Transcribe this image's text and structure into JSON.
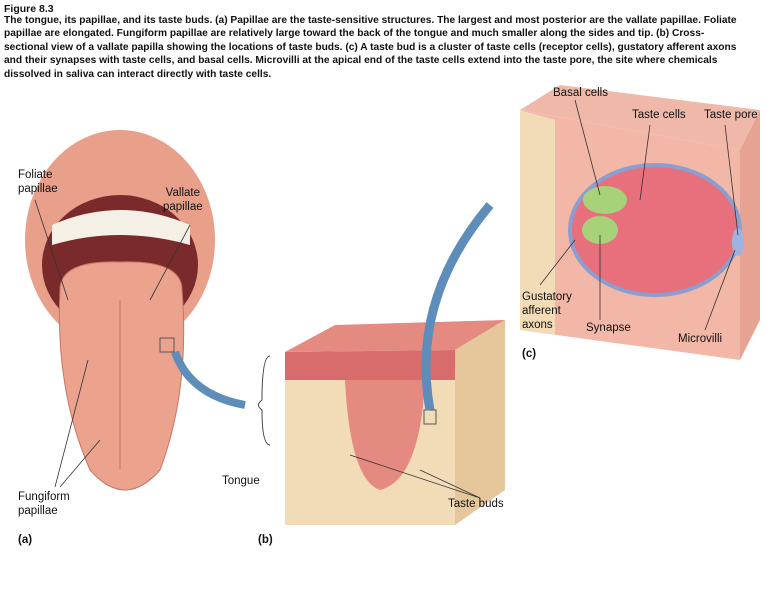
{
  "figure_title": "Figure 8.3",
  "caption": "The tongue, its papillae, and its taste buds. (a) Papillae are the taste-sensitive structures. The largest and most posterior are the vallate papillae. Foliate papillae are elongated. Fungiform papillae are relatively large toward the back of the tongue and much smaller along the sides and tip. (b) Cross-sectional view of a vallate papilla showing the locations of taste buds. (c) A taste bud is a cluster of taste cells (receptor cells), gustatory afferent axons and their synapses with taste cells, and basal cells. Microvilli at the apical end of the taste cells extend into the taste pore, the site where chemicals dissolved in saliva can interact directly with taste cells.",
  "panel_a": {
    "label": "(a)",
    "vallate_l1": "Vallate",
    "vallate_l2": "papillae",
    "foliate_l1": "Foliate",
    "foliate_l2": "papillae",
    "fungiform_l1": "Fungiform",
    "fungiform_l2": "papillae"
  },
  "panel_b": {
    "label": "(b)",
    "tongue": "Tongue",
    "taste_buds": "Taste buds"
  },
  "panel_c": {
    "label": "(c)",
    "basal_cells": "Basal cells",
    "taste_cells": "Taste cells",
    "taste_pore": "Taste pore",
    "gustatory_l1": "Gustatory",
    "gustatory_l2": "afferent",
    "gustatory_l3": "axons",
    "synapse": "Synapse",
    "microvilli": "Microvilli"
  }
}
